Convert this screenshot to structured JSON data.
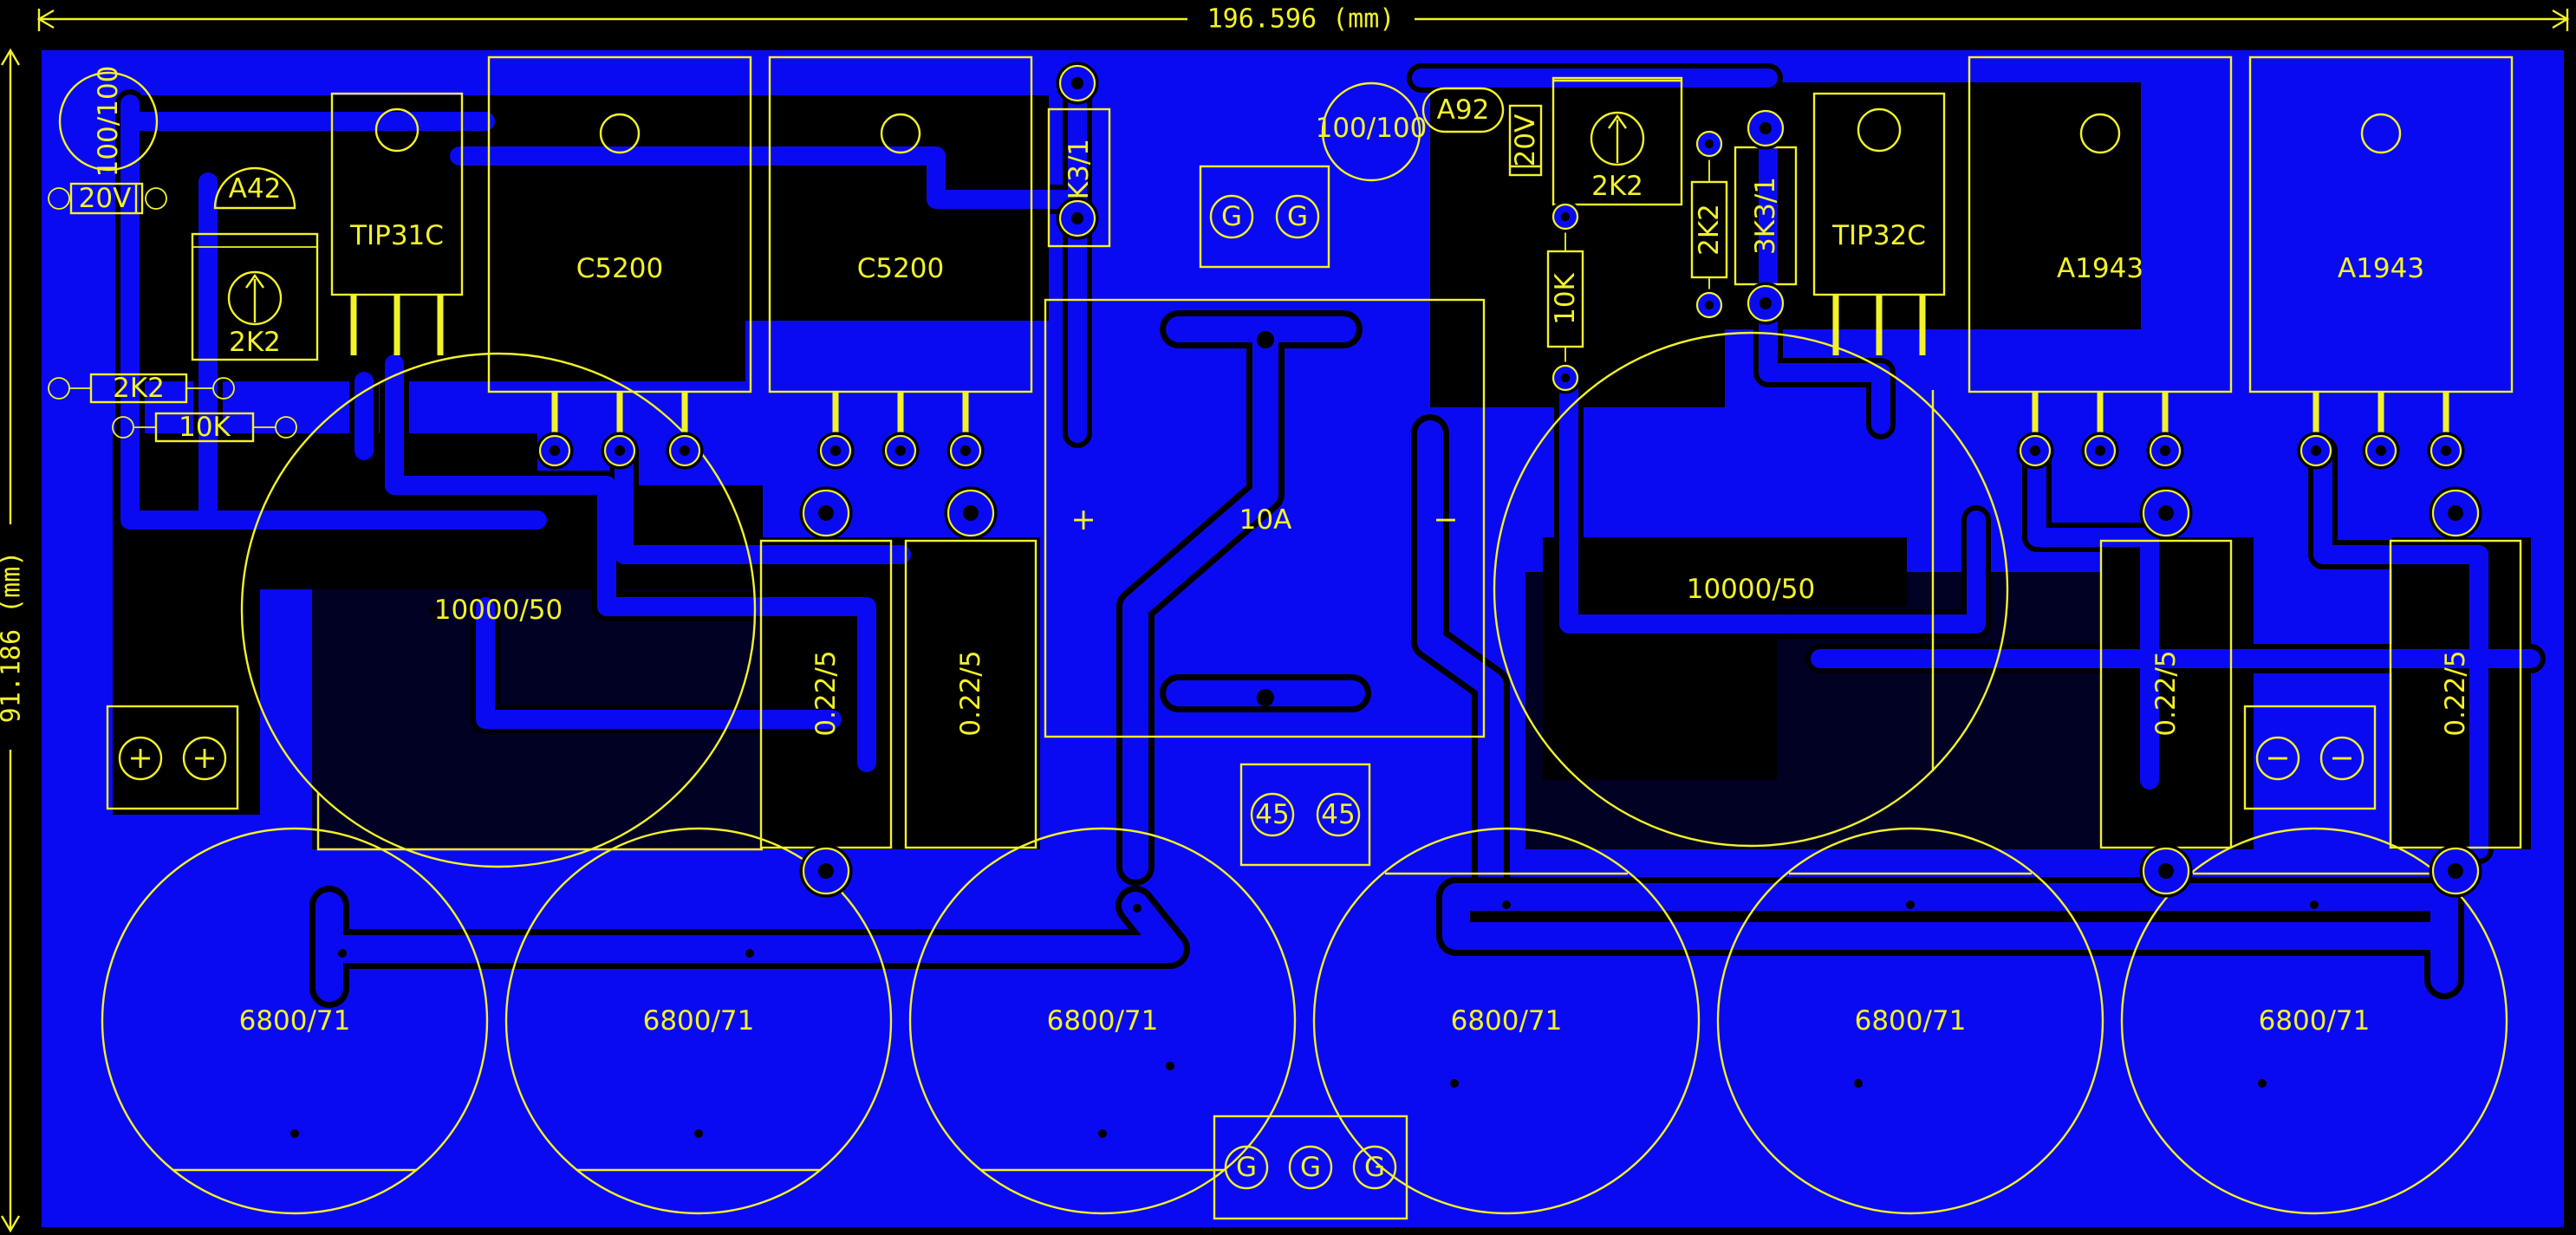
{
  "dimensions": {
    "width_label": "196.596 (mm)",
    "height_label": "91.186 (mm)"
  },
  "colors": {
    "copper": "#0a0af2",
    "silkscreen": "#f2f22a",
    "background": "#000000"
  },
  "transistors": [
    {
      "id": "q1",
      "label": "TIP31C"
    },
    {
      "id": "q2",
      "label": "C5200"
    },
    {
      "id": "q3",
      "label": "C5200"
    },
    {
      "id": "q4",
      "label": "TIP32C"
    },
    {
      "id": "q5",
      "label": "A1943"
    },
    {
      "id": "q6",
      "label": "A1943"
    }
  ],
  "resistors": [
    {
      "id": "r1",
      "label": "2K2"
    },
    {
      "id": "r2",
      "label": "10K"
    },
    {
      "id": "r3",
      "label": "3K3/1"
    },
    {
      "id": "r4",
      "label": "10K"
    },
    {
      "id": "r5",
      "label": "2K2"
    },
    {
      "id": "r6",
      "label": "3K3/1"
    },
    {
      "id": "r7",
      "label": "0.22/5"
    },
    {
      "id": "r8",
      "label": "0.22/5"
    },
    {
      "id": "r9",
      "label": "0.22/5"
    },
    {
      "id": "r10",
      "label": "0.22/5"
    }
  ],
  "small_parts": [
    {
      "id": "c1",
      "label": "100/100"
    },
    {
      "id": "z1",
      "label": "20V"
    },
    {
      "id": "q7",
      "label": "A42"
    },
    {
      "id": "p1",
      "label": "2K2"
    },
    {
      "id": "c2",
      "label": "100/100"
    },
    {
      "id": "q8",
      "label": "A92"
    },
    {
      "id": "z2",
      "label": "20V"
    },
    {
      "id": "p2",
      "label": "2K2"
    }
  ],
  "capacitors": [
    {
      "id": "cb1",
      "label": "10000/50"
    },
    {
      "id": "cb2",
      "label": "10000/50"
    },
    {
      "id": "cf1",
      "label": "6800/71"
    },
    {
      "id": "cf2",
      "label": "6800/71"
    },
    {
      "id": "cf3",
      "label": "6800/71"
    },
    {
      "id": "cf4",
      "label": "6800/71"
    },
    {
      "id": "cf5",
      "label": "6800/71"
    },
    {
      "id": "cf6",
      "label": "6800/71"
    }
  ],
  "bridge": {
    "plus": "+",
    "rating": "10A",
    "minus": "−"
  },
  "terminals": [
    {
      "id": "g_top",
      "pins": [
        "G",
        "G"
      ]
    },
    {
      "id": "plus",
      "pins": [
        "+",
        "+"
      ]
    },
    {
      "id": "minus",
      "pins": [
        "−",
        "−"
      ]
    },
    {
      "id": "out45",
      "pins": [
        "45",
        "45"
      ]
    },
    {
      "id": "g_bottom",
      "pins": [
        "G",
        "G",
        "G"
      ]
    }
  ]
}
